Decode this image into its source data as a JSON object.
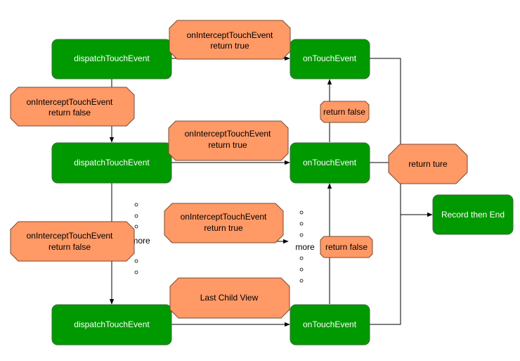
{
  "nodes": {
    "dispatch_1": "dispatchTouchEvent",
    "dispatch_2": "dispatchTouchEvent",
    "dispatch_3": "dispatchTouchEvent",
    "ontouch_1": "onTouchEvent",
    "ontouch_2": "onTouchEvent",
    "ontouch_3": "onTouchEvent",
    "record_end": "Record then End"
  },
  "labels": {
    "intercept_true_1": [
      "onInterceptTouchEvent",
      "return true"
    ],
    "intercept_true_2": [
      "onInterceptTouchEvent",
      "return true"
    ],
    "intercept_true_3": [
      "onInterceptTouchEvent",
      "return true"
    ],
    "intercept_false_1": [
      "onInterceptTouchEvent",
      "return false"
    ],
    "intercept_false_2": [
      "onInterceptTouchEvent",
      "return false"
    ],
    "return_false_1": "return false",
    "return_false_2": "return false",
    "return_ture": "return ture",
    "last_child_view": "Last Child View",
    "more_left": "more",
    "more_right": "more"
  },
  "colors": {
    "node_fill": "#009a00",
    "label_fill": "#ff9966"
  }
}
